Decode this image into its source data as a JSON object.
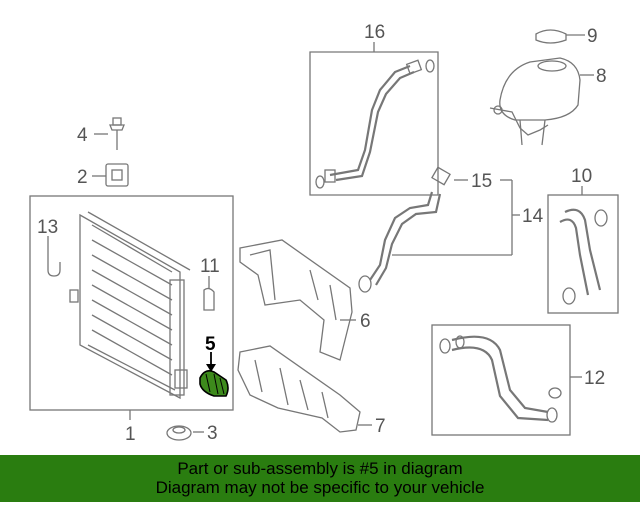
{
  "diagram": {
    "callouts": {
      "c1": "1",
      "c2": "2",
      "c3": "3",
      "c4": "4",
      "c5": "5",
      "c6": "6",
      "c7": "7",
      "c8": "8",
      "c9": "9",
      "c10": "10",
      "c11": "11",
      "c12": "12",
      "c13": "13",
      "c14": "14",
      "c15": "15",
      "c16": "16"
    },
    "highlighted_part": "5",
    "colors": {
      "line": "#777777",
      "highlight": "#3d8a1c",
      "banner": "#2a7d10"
    }
  },
  "banner": {
    "line1": "Part or sub-assembly is #5 in diagram",
    "line2": "Diagram may not be specific to your vehicle"
  }
}
